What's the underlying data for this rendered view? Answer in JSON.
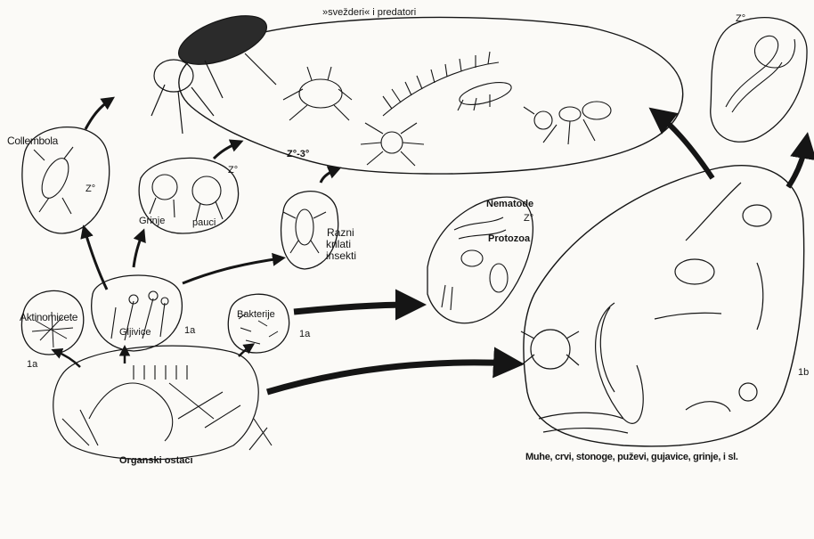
{
  "labels": {
    "svezderi_predatori": "»svežderi« i predatori",
    "z_top_right": "Z°",
    "collembola": "Collembola",
    "z_collembola": "Z°",
    "z_mites": "Z°",
    "grinje": "Grinje",
    "pauci": "pauci",
    "z2_3": "Z°-3°",
    "razni": "Razni",
    "krilati": "krilati",
    "insekti": "insekti",
    "nematode": "Nematode",
    "z_nematode": "Z°",
    "protozoa": "Protozoa",
    "aktinomicete": "Aktinomicete",
    "la_aktino": "1a",
    "gljivice": "Gljivice",
    "la_gljivice": "1a",
    "bakterije": "Bakterije",
    "la_bakterije": "1a",
    "lb": "1b",
    "organski_ostaci": "Organski ostaci",
    "muhe_caption": "Muhe, crvi, stonoge, puževi, gujavice, grinje, i sl."
  },
  "colors": {
    "ink": "#151515",
    "paper": "#fbfaf7"
  }
}
